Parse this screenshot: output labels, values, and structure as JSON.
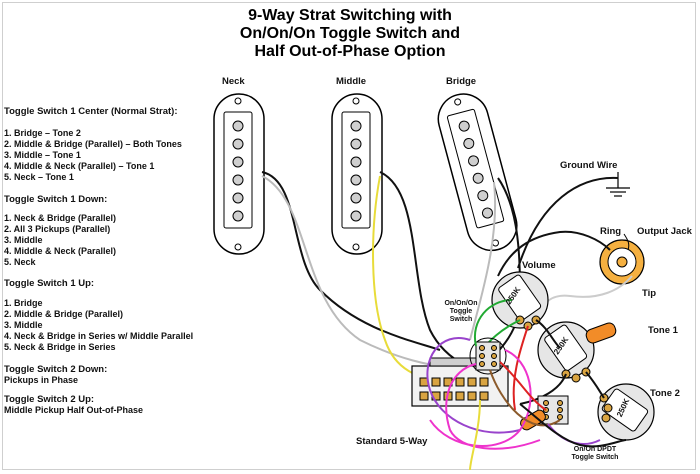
{
  "title": {
    "line1": "9-Way Strat Switching with",
    "line2": "On/On/On Toggle Switch and",
    "line3": "Half Out-of-Phase Option"
  },
  "pickups": {
    "neck": "Neck",
    "middle": "Middle",
    "bridge": "Bridge"
  },
  "legend": {
    "center_title": "Toggle Switch 1 Center (Normal Strat):",
    "center_items": [
      "1. Bridge – Tone 2",
      "2. Middle & Bridge (Parallel) – Both Tones",
      "3. Middle – Tone 1",
      "4. Middle & Neck (Parallel) – Tone 1",
      "5. Neck – Tone 1"
    ],
    "down_title": "Toggle Switch 1 Down:",
    "down_items": [
      "1. Neck & Bridge (Parallel)",
      "2. All 3 Pickups (Parallel)",
      "3. Middle",
      "4. Middle & Neck (Parallel)",
      "5. Neck"
    ],
    "up_title": "Toggle Switch 1 Up:",
    "up_items": [
      "1. Bridge",
      "2. Middle & Bridge (Parallel)",
      "3. Middle",
      "4. Neck & Bridge in Series w/ Middle Parallel",
      "5. Neck & Bridge in Series"
    ],
    "sw2_down_title": "Toggle Switch 2 Down:",
    "sw2_down_text": "Pickups in Phase",
    "sw2_up_title": "Toggle Switch 2 Up:",
    "sw2_up_text": "Middle Pickup Half Out-of-Phase"
  },
  "labels": {
    "ground_wire": "Ground Wire",
    "output_jack": "Output Jack",
    "ring": "Ring",
    "tip": "Tip",
    "volume": "Volume",
    "tone1": "Tone 1",
    "tone2": "Tone 2",
    "toggle_line1": "On/On/On",
    "toggle_line2": "Toggle",
    "toggle_line3": "Switch",
    "standard_5way": "Standard 5-Way",
    "dpdt_line1": "On/On DPDT",
    "dpdt_line2": "Toggle Switch",
    "pot_value_volume": "250K",
    "pot_value_tone1": "250K",
    "pot_value_tone2": "250K"
  },
  "colors": {
    "pickup_body": "#ffffff",
    "pickup_pole": "#cfcfcf",
    "wire_black": "#111111",
    "wire_white": "#f2f2f2",
    "wire_yellow": "#f0e040",
    "wire_green": "#22aa33",
    "wire_red": "#dd2222",
    "wire_purple": "#9944cc",
    "wire_magenta": "#ee33cc",
    "wire_brown": "#8b5a2b",
    "wire_orange": "#ff8c00",
    "pot_body": "#e6e6e6",
    "pot_lug": "#d9a441",
    "capacitor": "#f28c28",
    "jack_ring": "#f5b040"
  }
}
